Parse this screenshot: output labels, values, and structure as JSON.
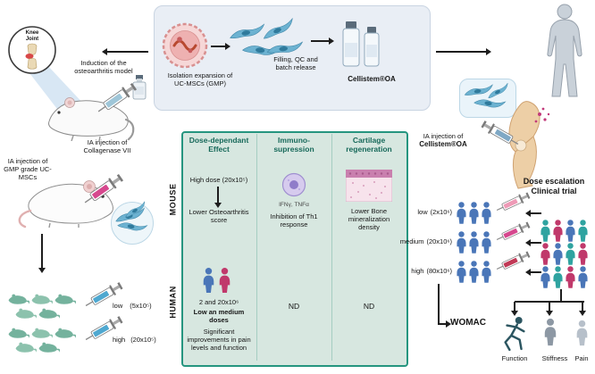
{
  "colors": {
    "matrix_border": "#25957f",
    "matrix_fill": "#d7e7e0",
    "matrix_title": "#17695a",
    "person_blue": "#4a76b8",
    "person_red": "#c0396b",
    "person_teal": "#2fa3a0",
    "mouse_green": "#74b29d",
    "cell_blue": "#6cb2d1",
    "syringe_pink": "#ee9ab6",
    "syringe_magenta": "#d6488e",
    "syringe_red": "#c13956",
    "panel_fill": "#e9eef5"
  },
  "icons": {
    "umbilical_cord": "umbilical-cord-cross-section",
    "msc_cell": "spindle-cell",
    "vials": "product-vials",
    "knee_joint": "knee-joint-magnified",
    "mouse": "mouse",
    "rat": "rat",
    "syringe": "syringe",
    "person": "person-pictogram",
    "human_body": "human-silhouette",
    "leg": "leg-knee-injection",
    "immune_cell": "immune-cell",
    "cartilage": "cartilage-histology",
    "runner": "running-person"
  },
  "top_panel": {
    "isolation": "Isolation expansion of UC-MSCs (GMP)",
    "filling": "Filling, QC and batch release",
    "product": "Cellistem®OA"
  },
  "left": {
    "knee_joint": "Knee Joint",
    "induction": "Induction of the osteoarthritis model",
    "collagenase": "IA injection of Collagenase VII",
    "gmp_injection": "IA injection of GMP grade UC-MSCs",
    "dose_low_label": "low",
    "dose_low_value": "(5x10⁵)",
    "dose_high_label": "high",
    "dose_high_value": "(20x10⁵)"
  },
  "matrix": {
    "row_mouse": "MOUSE",
    "row_human": "HUMAN",
    "col1_title": "Dose-dependant Effect",
    "col2_title": "Immuno-supression",
    "col3_title": "Cartilage regeneration",
    "col1_mouse_dose": "High dose (20x10⁵)",
    "col1_mouse_result": "Lower Osteoarthritis score",
    "col2_mouse_cytokines": "IFNγ, TNFα",
    "col2_mouse_result": "Inhibition of Th1 response",
    "col3_mouse_result": "Lower Bone mineralization density",
    "col1_human_dose": "2 and 20x10⁶",
    "col1_human_doses_bold": "Low an medium doses",
    "col1_human_result": "Significant improvements in pain levels and function",
    "col2_human_result": "ND",
    "col3_human_result": "ND"
  },
  "right": {
    "ia_injection_prefix": "IA injection of",
    "ia_injection_product": "Cellistem®OA",
    "trial_title": "Dose escalation Clinical trial",
    "doses": [
      {
        "label": "low",
        "value": "(2x10⁶)"
      },
      {
        "label": "medium",
        "value": "(20x10⁶)"
      },
      {
        "label": "high",
        "value": "(80x10⁶)"
      }
    ],
    "womac": "WOMAC",
    "outcomes": [
      "Function",
      "Stiffness",
      "Pain"
    ]
  }
}
